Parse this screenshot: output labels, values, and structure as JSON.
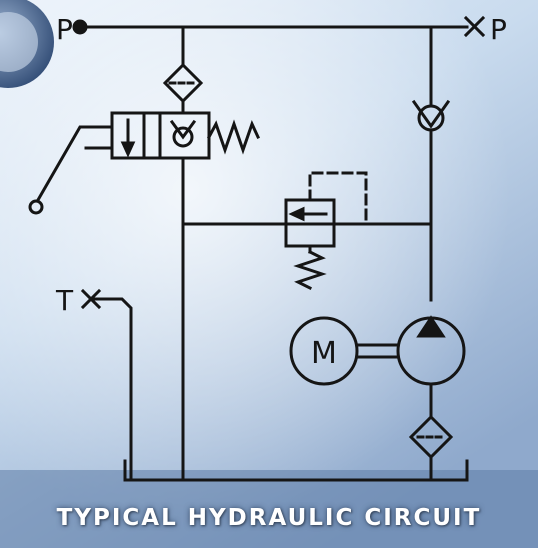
{
  "diagram": {
    "pressure_port_left": "P",
    "pressure_port_right": "P",
    "tank_port": "T",
    "motor_label": "M",
    "caption": "TYPICAL HYDRAULIC CIRCUIT"
  },
  "colors": {
    "background_light": "#eaf2fb",
    "background_mid": "#b9cde4",
    "background_dark": "#6f8fb8",
    "line": "#151515",
    "caption": "#ffffff"
  },
  "icons": [
    "filter-icon",
    "check-valve-icon",
    "directional-valve-icon",
    "relief-valve-icon",
    "pump-icon",
    "motor-icon",
    "spring-icon",
    "lever-icon"
  ]
}
